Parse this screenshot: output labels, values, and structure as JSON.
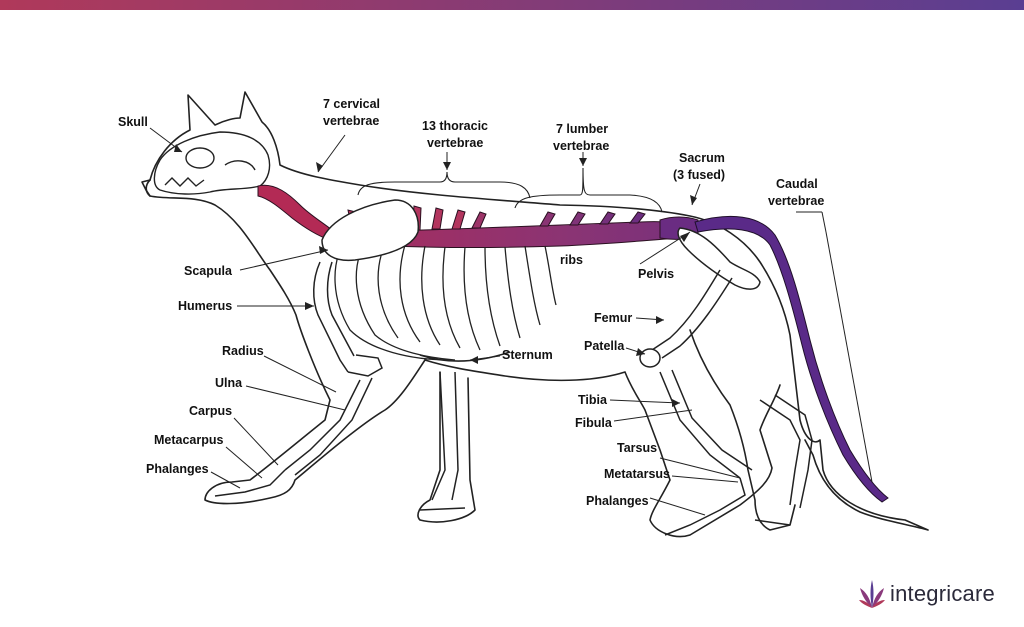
{
  "colors": {
    "gradient_start": "#b0395a",
    "gradient_end": "#5a3e92",
    "spine_red": "#b32a55",
    "spine_purple": "#5a2a88"
  },
  "labels": {
    "skull": "Skull",
    "cervical_1": "7 cervical",
    "cervical_2": "vertebrae",
    "thoracic_1": "13 thoracic",
    "thoracic_2": "vertebrae",
    "lumbar_1": "7 lumber",
    "lumbar_2": "vertebrae",
    "sacrum_1": "Sacrum",
    "sacrum_2": "(3 fused)",
    "caudal_1": "Caudal",
    "caudal_2": "vertebrae",
    "scapula": "Scapula",
    "humerus": "Humerus",
    "radius": "Radius",
    "ulna": "Ulna",
    "carpus": "Carpus",
    "metacarpus": "Metacarpus",
    "phalanges_front": "Phalanges",
    "ribs": "ribs",
    "pelvis": "Pelvis",
    "sternum": "Sternum",
    "femur": "Femur",
    "patella": "Patella",
    "tibia": "Tibia",
    "fibula": "Fibula",
    "tarsus": "Tarsus",
    "metatarsus": "Metatarsus",
    "phalanges_hind": "Phalanges"
  },
  "brand": {
    "name": "integricare",
    "icon": "leaf-logo-icon"
  }
}
